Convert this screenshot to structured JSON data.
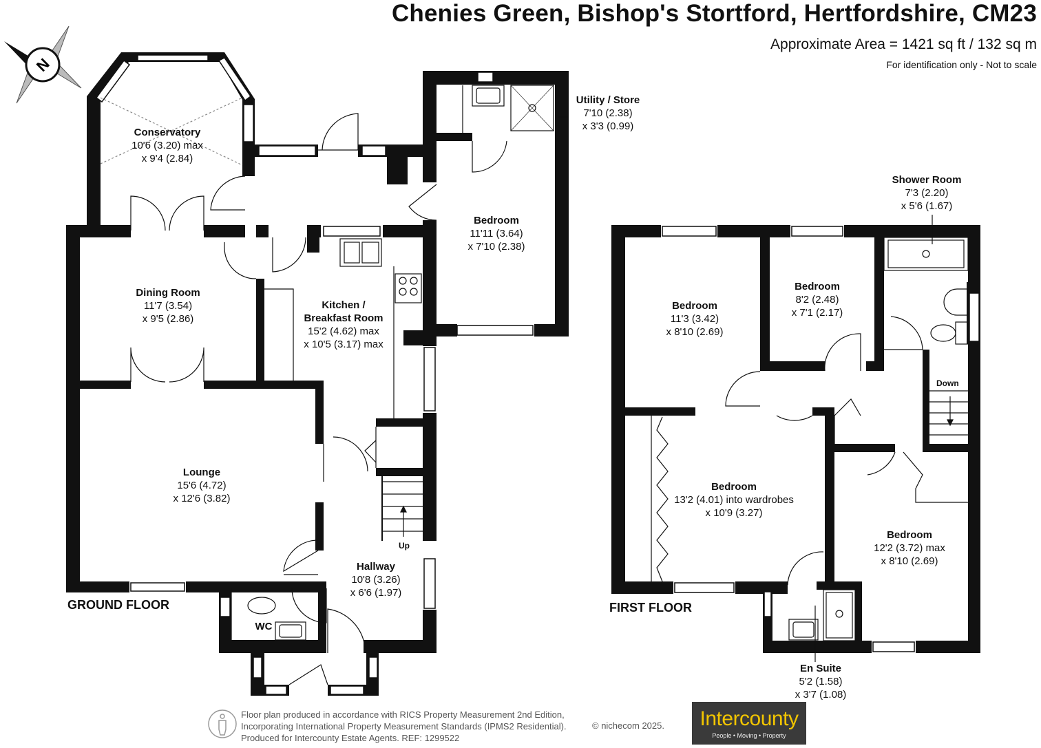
{
  "header": {
    "title": "Chenies Green, Bishop's Stortford, Hertfordshire, CM23",
    "area": "Approximate Area = 1421 sq ft / 132 sq m",
    "note": "For identification only - Not to scale"
  },
  "compass": {
    "label": "N"
  },
  "ground_floor": {
    "label": "GROUND FLOOR",
    "rooms": {
      "conservatory": {
        "name": "Conservatory",
        "dim1": "10'6 (3.20) max",
        "dim2": "x 9'4 (2.84)"
      },
      "utility": {
        "name": "Utility / Store",
        "dim1": "7'10 (2.38)",
        "dim2": "x 3'3 (0.99)"
      },
      "bedroom": {
        "name": "Bedroom",
        "dim1": "11'11 (3.64)",
        "dim2": "x 7'10 (2.38)"
      },
      "dining": {
        "name": "Dining Room",
        "dim1": "11'7 (3.54)",
        "dim2": "x 9'5 (2.86)"
      },
      "kitchen": {
        "name": "Kitchen /",
        "name2": "Breakfast Room",
        "dim1": "15'2 (4.62) max",
        "dim2": "x 10'5 (3.17) max"
      },
      "lounge": {
        "name": "Lounge",
        "dim1": "15'6 (4.72)",
        "dim2": "x 12'6 (3.82)"
      },
      "hallway": {
        "name": "Hallway",
        "dim1": "10'8 (3.26)",
        "dim2": "x 6'6 (1.97)"
      },
      "wc": {
        "name": "WC"
      }
    },
    "stairs_label": "Up"
  },
  "first_floor": {
    "label": "FIRST FLOOR",
    "rooms": {
      "shower": {
        "name": "Shower Room",
        "dim1": "7'3 (2.20)",
        "dim2": "x 5'6 (1.67)"
      },
      "bedroom1": {
        "name": "Bedroom",
        "dim1": "11'3 (3.42)",
        "dim2": "x 8'10 (2.69)"
      },
      "bedroom2": {
        "name": "Bedroom",
        "dim1": "8'2 (2.48)",
        "dim2": "x 7'1 (2.17)"
      },
      "bedroom3": {
        "name": "Bedroom",
        "dim1": "13'2 (4.01) into wardrobes",
        "dim2": "x 10'9 (3.27)"
      },
      "bedroom4": {
        "name": "Bedroom",
        "dim1": "12'2 (3.72) max",
        "dim2": "x 8'10 (2.69)"
      },
      "ensuite": {
        "name": "En Suite",
        "dim1": "5'2 (1.58)",
        "dim2": "x 3'7 (1.08)"
      }
    },
    "stairs_label": "Down"
  },
  "footer": {
    "line1": "Floor plan produced in accordance with RICS Property Measurement 2nd Edition,",
    "line2": "Incorporating International Property Measurement Standards (IPMS2 Residential).",
    "line3": "Produced for Intercounty Estate Agents.   REF:  1299522",
    "copyright": "© nichecom 2025."
  },
  "logo": {
    "brand": "Intercounty",
    "tagline": "People • Moving • Property",
    "color": "#f2c500"
  },
  "colors": {
    "wall": "#111111",
    "window": "#ffffff",
    "background": "#ffffff"
  }
}
